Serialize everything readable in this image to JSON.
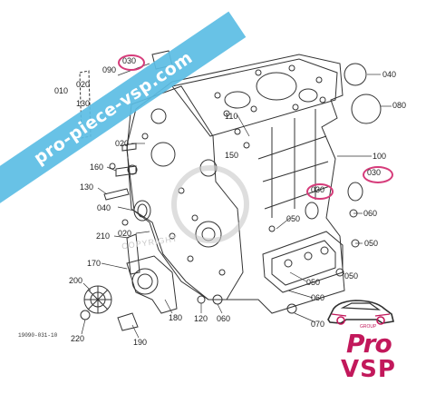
{
  "diagram": {
    "reference_code": "19090-031-10",
    "watermark_url": "pro-piece-vsp.com",
    "copyright_mark": "COPYRIGHT",
    "highlighted_parts": [
      "030",
      "030",
      "030"
    ],
    "part_labels": [
      {
        "id": "040",
        "text": "040"
      },
      {
        "id": "080",
        "text": "080"
      },
      {
        "id": "100",
        "text": "100"
      },
      {
        "id": "010",
        "text": "010"
      },
      {
        "id": "020a",
        "text": "020"
      },
      {
        "id": "130a",
        "text": "130"
      },
      {
        "id": "090",
        "text": "090"
      },
      {
        "id": "110",
        "text": "110"
      },
      {
        "id": "150",
        "text": "150"
      },
      {
        "id": "020b",
        "text": "020"
      },
      {
        "id": "160",
        "text": "160"
      },
      {
        "id": "130b",
        "text": "130"
      },
      {
        "id": "040b",
        "text": "040"
      },
      {
        "id": "020c",
        "text": "020"
      },
      {
        "id": "210",
        "text": "210"
      },
      {
        "id": "170",
        "text": "170"
      },
      {
        "id": "200",
        "text": "200"
      },
      {
        "id": "220",
        "text": "220"
      },
      {
        "id": "190",
        "text": "190"
      },
      {
        "id": "180",
        "text": "180"
      },
      {
        "id": "120",
        "text": "120"
      },
      {
        "id": "060a",
        "text": "060"
      },
      {
        "id": "070",
        "text": "070"
      },
      {
        "id": "060b",
        "text": "060"
      },
      {
        "id": "050a",
        "text": "050"
      },
      {
        "id": "050b",
        "text": "050"
      },
      {
        "id": "050c",
        "text": "050"
      },
      {
        "id": "060c",
        "text": "060"
      },
      {
        "id": "050d",
        "text": "050"
      }
    ]
  },
  "brand": {
    "logo_main": "Pro",
    "logo_sub": "VSP",
    "logo_tag": "GROUP",
    "accent_color": "#c2185b",
    "banner_color": "#5bbde4",
    "highlight_color": "#d63b7a"
  }
}
